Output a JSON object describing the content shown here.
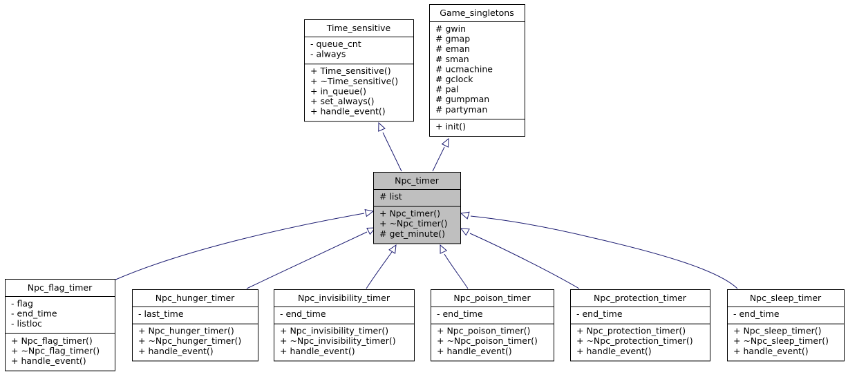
{
  "classes": [
    {
      "id": "time_sensitive",
      "name": "Time_sensitive",
      "attributes": [
        "- queue_cnt",
        "- always"
      ],
      "methods": [
        "+ Time_sensitive()",
        "+ ~Time_sensitive()",
        "+ in_queue()",
        "+ set_always()",
        "+ handle_event()"
      ]
    },
    {
      "id": "game_singletons",
      "name": "Game_singletons",
      "attributes": [
        "# gwin",
        "# gmap",
        "# eman",
        "# sman",
        "# ucmachine",
        "# gclock",
        "# pal",
        "# gumpman",
        "# partyman"
      ],
      "methods": [
        "+ init()"
      ]
    },
    {
      "id": "npc_timer",
      "name": "Npc_timer",
      "highlight": true,
      "attributes": [
        "# list"
      ],
      "methods": [
        "+ Npc_timer()",
        "+ ~Npc_timer()",
        "# get_minute()"
      ]
    },
    {
      "id": "npc_flag_timer",
      "name": "Npc_flag_timer",
      "attributes": [
        "- flag",
        "- end_time",
        "- listloc"
      ],
      "methods": [
        "+ Npc_flag_timer()",
        "+ ~Npc_flag_timer()",
        "+ handle_event()"
      ]
    },
    {
      "id": "npc_hunger_timer",
      "name": "Npc_hunger_timer",
      "attributes": [
        "- last_time"
      ],
      "methods": [
        "+ Npc_hunger_timer()",
        "+ ~Npc_hunger_timer()",
        "+ handle_event()"
      ]
    },
    {
      "id": "npc_invisibility_timer",
      "name": "Npc_invisibility_timer",
      "attributes": [
        "- end_time"
      ],
      "methods": [
        "+ Npc_invisibility_timer()",
        "+ ~Npc_invisibility_timer()",
        "+ handle_event()"
      ]
    },
    {
      "id": "npc_poison_timer",
      "name": "Npc_poison_timer",
      "attributes": [
        "- end_time"
      ],
      "methods": [
        "+ Npc_poison_timer()",
        "+ ~Npc_poison_timer()",
        "+ handle_event()"
      ]
    },
    {
      "id": "npc_protection_timer",
      "name": "Npc_protection_timer",
      "attributes": [
        "- end_time"
      ],
      "methods": [
        "+ Npc_protection_timer()",
        "+ ~Npc_protection_timer()",
        "+ handle_event()"
      ]
    },
    {
      "id": "npc_sleep_timer",
      "name": "Npc_sleep_timer",
      "attributes": [
        "- end_time"
      ],
      "methods": [
        "+ Npc_sleep_timer()",
        "+ ~Npc_sleep_timer()",
        "+ handle_event()"
      ]
    }
  ],
  "inheritance": [
    {
      "child": "npc_timer",
      "parent": "time_sensitive"
    },
    {
      "child": "npc_timer",
      "parent": "game_singletons"
    },
    {
      "child": "npc_flag_timer",
      "parent": "npc_timer"
    },
    {
      "child": "npc_hunger_timer",
      "parent": "npc_timer"
    },
    {
      "child": "npc_invisibility_timer",
      "parent": "npc_timer"
    },
    {
      "child": "npc_poison_timer",
      "parent": "npc_timer"
    },
    {
      "child": "npc_protection_timer",
      "parent": "npc_timer"
    },
    {
      "child": "npc_sleep_timer",
      "parent": "npc_timer"
    }
  ],
  "colors": {
    "box_border": "#000000",
    "box_fill": "#ffffff",
    "highlight_fill": "#bfbfbf",
    "edge": "#191970",
    "text": "#000000"
  }
}
